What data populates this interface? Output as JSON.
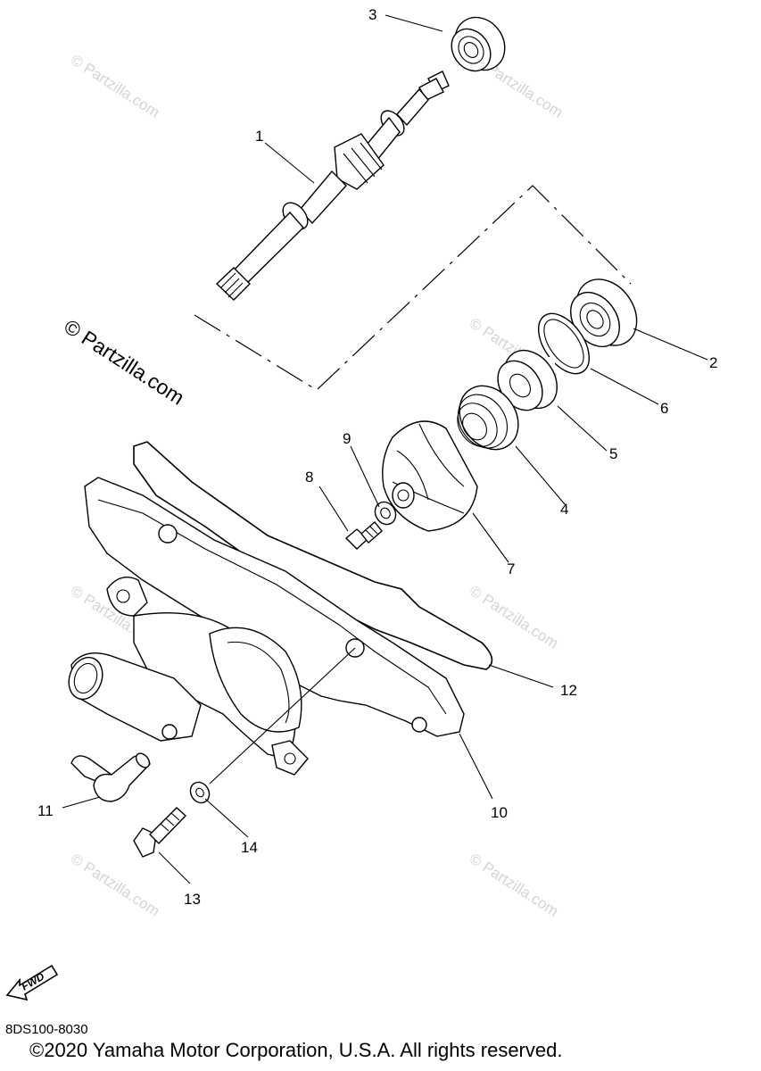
{
  "diagram": {
    "code": "8DS100-8030",
    "copyright": "©2020 Yamaha Motor Corporation, U.S.A. All rights reserved.",
    "fwd_label": "FWD"
  },
  "watermark": {
    "text": "© Partzilla.com",
    "color": "#d4d4d4"
  },
  "callouts": [
    "1",
    "2",
    "3",
    "4",
    "5",
    "6",
    "7",
    "8",
    "9",
    "10",
    "11",
    "12",
    "13",
    "14"
  ]
}
